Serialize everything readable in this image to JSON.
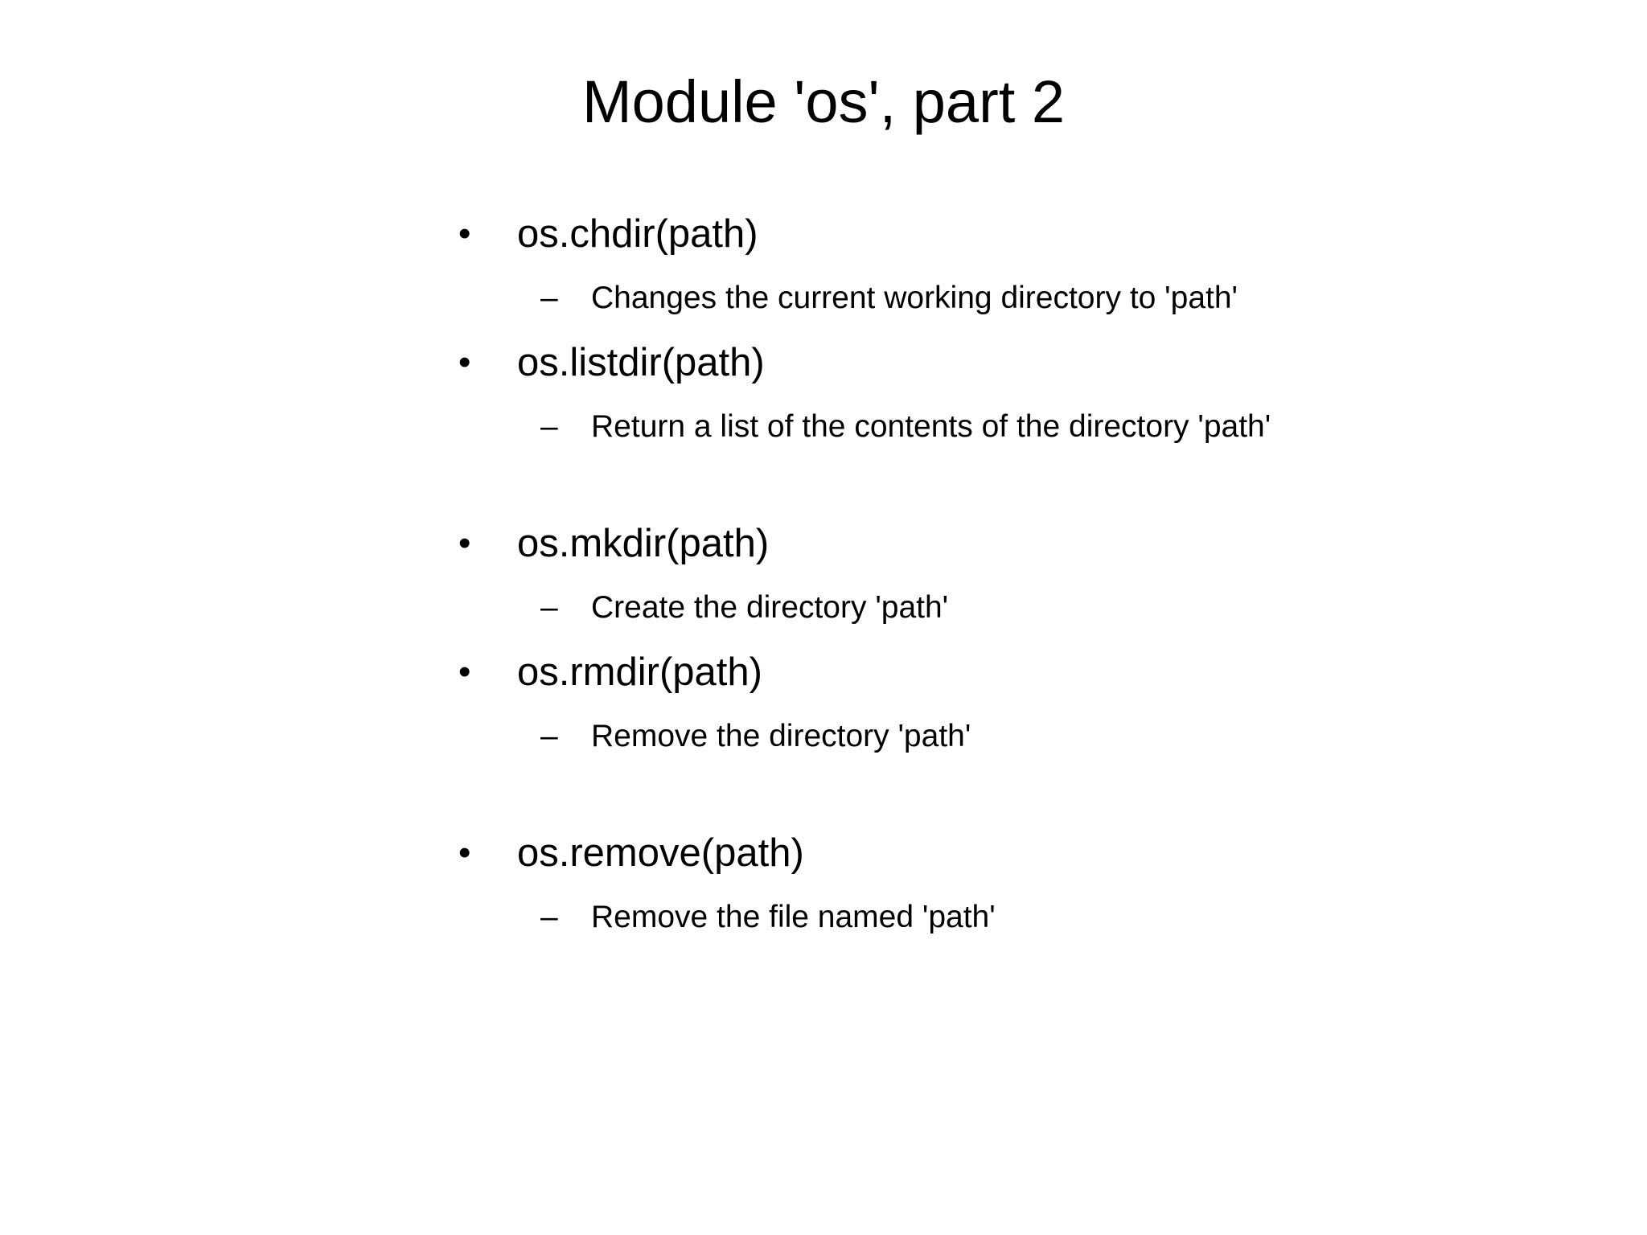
{
  "slide": {
    "title": "Module 'os', part 2",
    "bullet_char": "•",
    "dash_char": "–",
    "text_color": "#000000",
    "background_color": "#ffffff",
    "bullets": [
      {
        "term": "os.chdir(path)",
        "desc": "Changes the current working directory to 'path'"
      },
      {
        "term": "os.listdir(path)",
        "desc": "Return a list of the contents of the directory 'path'"
      },
      {
        "term": "os.mkdir(path)",
        "desc": "Create the directory 'path'"
      },
      {
        "term": "os.rmdir(path)",
        "desc": "Remove the directory 'path'"
      },
      {
        "term": "os.remove(path)",
        "desc": "Remove the file named 'path'"
      }
    ]
  }
}
